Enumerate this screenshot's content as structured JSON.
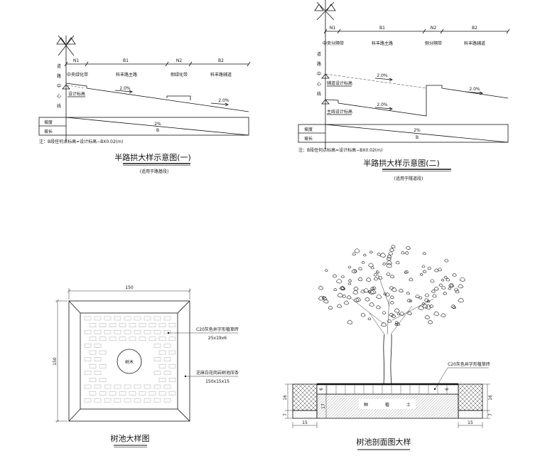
{
  "diagram1": {
    "segments": [
      "N1",
      "B1",
      "N2",
      "B2"
    ],
    "zones": [
      "中央绿化带",
      "科丰路主路",
      "侧绿化带",
      "科丰路辅道"
    ],
    "centerline_chars": [
      "道",
      "路",
      "中",
      "心",
      "线"
    ],
    "slope_labels": [
      "2.0%",
      "2.0%"
    ],
    "elevation_label": "设计标高",
    "table_rows": [
      "坡度",
      "坡长"
    ],
    "table_slope": "2%",
    "table_length": "B",
    "note": "注：B段任何点标高=设计标高−BX0.02(m)",
    "title": "半路拱大样示意图(一)",
    "subtitle": "(适用于路基段)"
  },
  "diagram2": {
    "segments": [
      "N1",
      "B1",
      "N2",
      "B2"
    ],
    "zones": [
      "中央分隔带",
      "科丰路主路",
      "侧分隔带",
      "科丰路辅道"
    ],
    "centerline_chars": [
      "道",
      "路",
      "中",
      "心",
      "线"
    ],
    "slope_labels": [
      "2.0%",
      "2.0%",
      "2.0%"
    ],
    "aux_elevation_label": "辅道设计标高",
    "main_elevation_label": "主线设计标高",
    "table_rows": [
      "坡度",
      "坡长"
    ],
    "table_slope": "2%",
    "table_length": "B",
    "note": "注：B段任何点标高=设计标高−BX0.02(m)",
    "title": "半路拱大样示意图(二)",
    "subtitle": "(适用于隧道段)"
  },
  "plan": {
    "dim_width": "150",
    "dim_height": "150",
    "tree_label": "树木",
    "callout1_line1": "C20灰色井字形植草砖",
    "callout1_line2": "25x19x6",
    "callout2_line1": "芝麻白花岗岩树池压条",
    "callout2_line2": "150x15x15",
    "title": "树池大样图"
  },
  "section": {
    "callout": "C20灰色井字形植草砖",
    "soil_label": [
      "种",
      "植",
      "土"
    ],
    "dims_left": [
      "16",
      "7"
    ],
    "dims_right": [
      "16",
      "7"
    ],
    "inner_dims": [
      "6",
      "6",
      "17"
    ],
    "bottom_dims": [
      "15",
      "15"
    ],
    "title": "树池剖面图大样"
  }
}
